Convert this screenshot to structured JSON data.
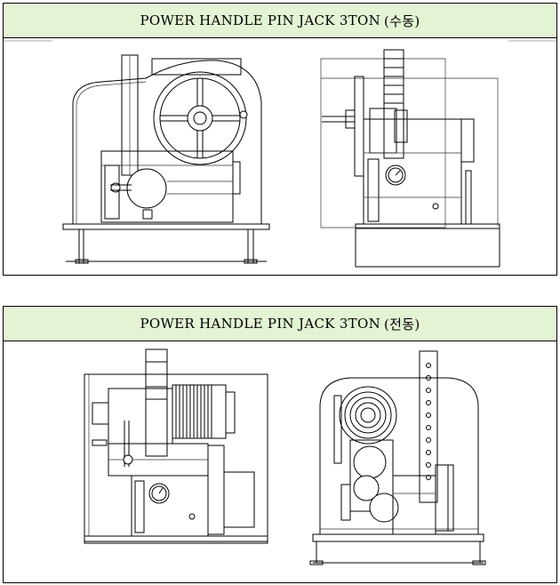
{
  "panels": [
    {
      "title_main": "POWER HANDLE PIN JACK 3TON",
      "title_suffix": "(수동)",
      "views": [
        "front-view",
        "side-view"
      ]
    },
    {
      "title_main": "POWER HANDLE PIN JACK 3TON",
      "title_suffix": "(전동)",
      "views": [
        "front-view",
        "side-view"
      ]
    }
  ],
  "colors": {
    "header_bg": "#e4f3d4",
    "line": "#000000",
    "background": "#ffffff"
  }
}
